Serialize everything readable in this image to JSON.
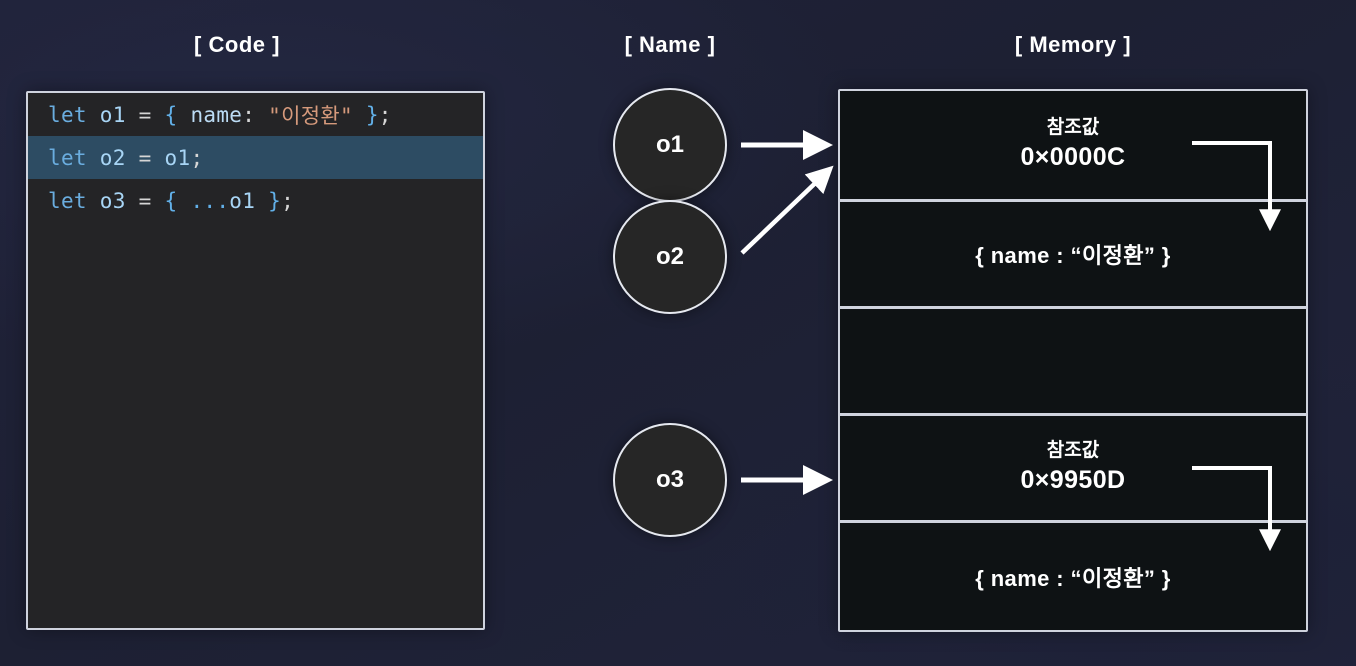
{
  "titles": {
    "code": "[ Code ]",
    "name": "[ Name ]",
    "memory": "[ Memory ]"
  },
  "code": {
    "lines": [
      {
        "highlighted": false,
        "tokens": [
          {
            "t": "let",
            "c": "key"
          },
          {
            "t": " ",
            "c": "punc"
          },
          {
            "t": "o1",
            "c": "var"
          },
          {
            "t": " ",
            "c": "punc"
          },
          {
            "t": "=",
            "c": "op"
          },
          {
            "t": " ",
            "c": "punc"
          },
          {
            "t": "{",
            "c": "brace"
          },
          {
            "t": " ",
            "c": "punc"
          },
          {
            "t": "name",
            "c": "prop"
          },
          {
            "t": ":",
            "c": "punc"
          },
          {
            "t": " ",
            "c": "punc"
          },
          {
            "t": "\"이정환\"",
            "c": "str"
          },
          {
            "t": " ",
            "c": "punc"
          },
          {
            "t": "}",
            "c": "brace"
          },
          {
            "t": ";",
            "c": "punc"
          }
        ]
      },
      {
        "highlighted": true,
        "tokens": [
          {
            "t": "let",
            "c": "key"
          },
          {
            "t": " ",
            "c": "punc"
          },
          {
            "t": "o2",
            "c": "var"
          },
          {
            "t": " ",
            "c": "punc"
          },
          {
            "t": "=",
            "c": "op"
          },
          {
            "t": " ",
            "c": "punc"
          },
          {
            "t": "o1",
            "c": "var"
          },
          {
            "t": ";",
            "c": "punc"
          }
        ]
      },
      {
        "highlighted": false,
        "tokens": [
          {
            "t": "let",
            "c": "key"
          },
          {
            "t": " ",
            "c": "punc"
          },
          {
            "t": "o3",
            "c": "var"
          },
          {
            "t": " ",
            "c": "punc"
          },
          {
            "t": "=",
            "c": "op"
          },
          {
            "t": " ",
            "c": "punc"
          },
          {
            "t": "{",
            "c": "brace"
          },
          {
            "t": " ",
            "c": "punc"
          },
          {
            "t": "...",
            "c": "spread"
          },
          {
            "t": "o1",
            "c": "var"
          },
          {
            "t": " ",
            "c": "punc"
          },
          {
            "t": "}",
            "c": "brace"
          },
          {
            "t": ";",
            "c": "punc"
          }
        ]
      }
    ]
  },
  "names": {
    "nodes": [
      {
        "label": "o1"
      },
      {
        "label": "o2"
      },
      {
        "label": "o3"
      }
    ]
  },
  "memory": {
    "rows": [
      {
        "kind": "reference",
        "label": "참조값",
        "value": "0×0000C"
      },
      {
        "kind": "object",
        "value": "{ name : “이정환” }"
      },
      {
        "kind": "empty",
        "value": ""
      },
      {
        "kind": "reference",
        "label": "참조값",
        "value": "0×9950D"
      },
      {
        "kind": "object",
        "value": "{ name : “이정환” }"
      }
    ]
  },
  "colors": {
    "background": "#20223a",
    "panel_border": "#cfd3de",
    "code_background": "#242426",
    "code_highlight": "#2d4c63",
    "memory_cell": "#0e1214",
    "arrow": "#ffffff",
    "string_token": "#d69a7c",
    "keyword_token": "#6aaddf",
    "variable_token": "#a8d5f5"
  }
}
